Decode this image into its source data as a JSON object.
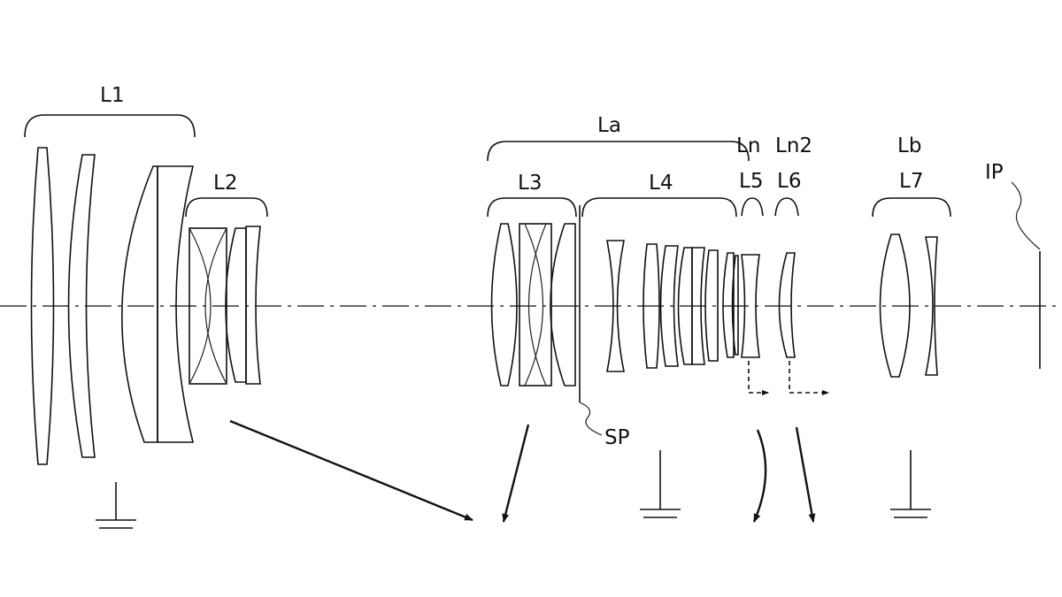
{
  "title": "",
  "groups": {
    "l1": "L1",
    "l2": "L2",
    "la": "La",
    "l3": "L3",
    "l4": "L4",
    "ln": "Ln",
    "l5": "L5",
    "ln2": "Ln2",
    "l6": "L6",
    "lb": "Lb",
    "l7": "L7"
  },
  "markers": {
    "sp": "SP",
    "ip": "IP"
  }
}
